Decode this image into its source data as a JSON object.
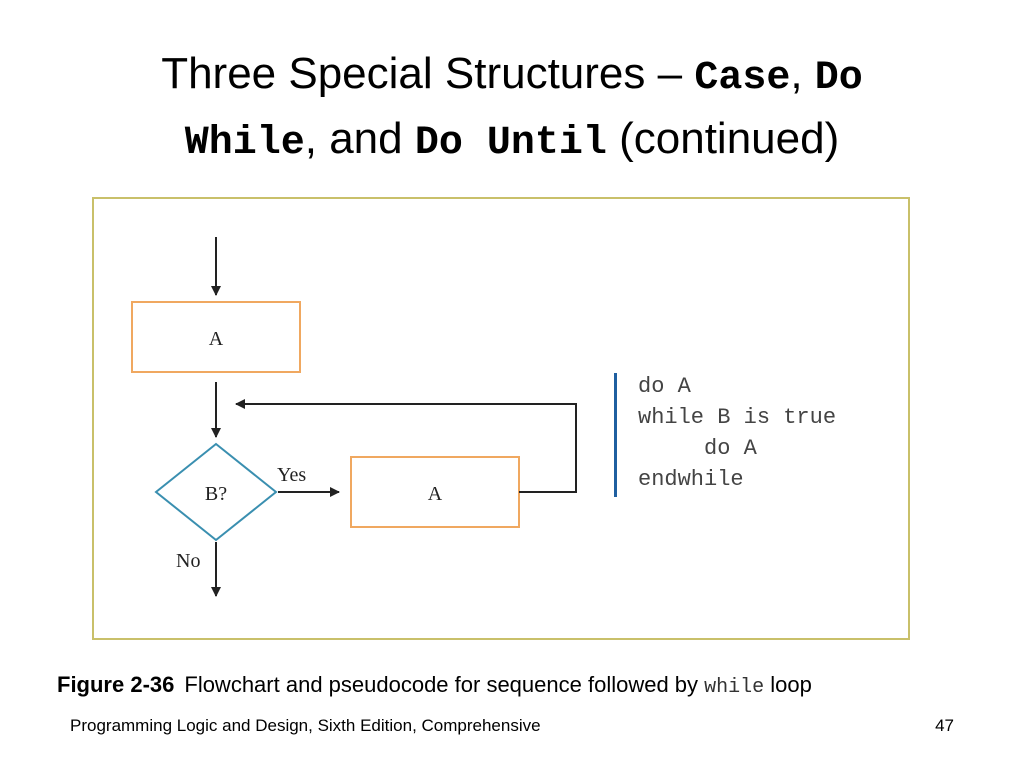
{
  "slide": {
    "title_part1": "Three Special Structures – ",
    "title_case": "Case",
    "title_comma1": ", ",
    "title_do": "Do",
    "title_while": "While",
    "title_and": ", and ",
    "title_dountil": "Do Until",
    "title_continued": " (continued)"
  },
  "flowchart": {
    "process_a_top": "A",
    "decision": "B?",
    "yes_label": "Yes",
    "process_a_loop": "A",
    "no_label": "No",
    "colors": {
      "process_border": "#f0a860",
      "decision_border": "#3a8fb0",
      "arrow": "#222222",
      "frame_border": "#c9c06a",
      "code_bar": "#1f5fa0"
    }
  },
  "pseudocode": {
    "line1": "do A",
    "line2": "while B is true",
    "line3": "     do A",
    "line4": "endwhile"
  },
  "caption": {
    "figure_label": "Figure 2-36",
    "text_before": "Flowchart and pseudocode for sequence followed by ",
    "code_word": "while",
    "text_after": " loop"
  },
  "footer": {
    "text": "Programming Logic and Design, Sixth Edition, Comprehensive",
    "page": "47"
  }
}
